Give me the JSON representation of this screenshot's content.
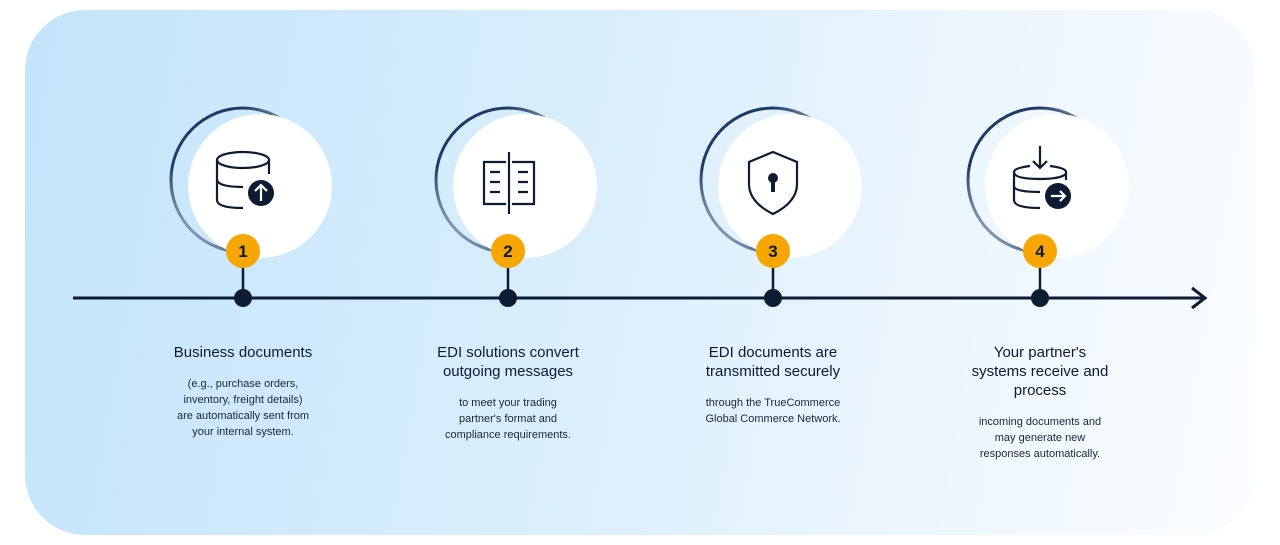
{
  "steps": [
    {
      "number": "1",
      "title": "Business documents",
      "description": "(e.g., purchase orders, inventory, freight details) are automatically sent from your internal system.",
      "icon": "database-upload-icon"
    },
    {
      "number": "2",
      "title": "EDI solutions convert outgoing messages",
      "description": "to meet your trading partner's format and compliance requirements.",
      "icon": "document-convert-icon"
    },
    {
      "number": "3",
      "title": "EDI documents are transmitted securely",
      "description": "through the TrueCommerce Global Commerce Network.",
      "icon": "shield-lock-icon"
    },
    {
      "number": "4",
      "title": "Your partner's systems receive and process",
      "description": "incoming documents and may generate new responses automatically.",
      "icon": "database-receive-icon"
    }
  ],
  "colors": {
    "accent": "#f7a600",
    "navy": "#0d1b33",
    "ring": "#1d3b66"
  }
}
